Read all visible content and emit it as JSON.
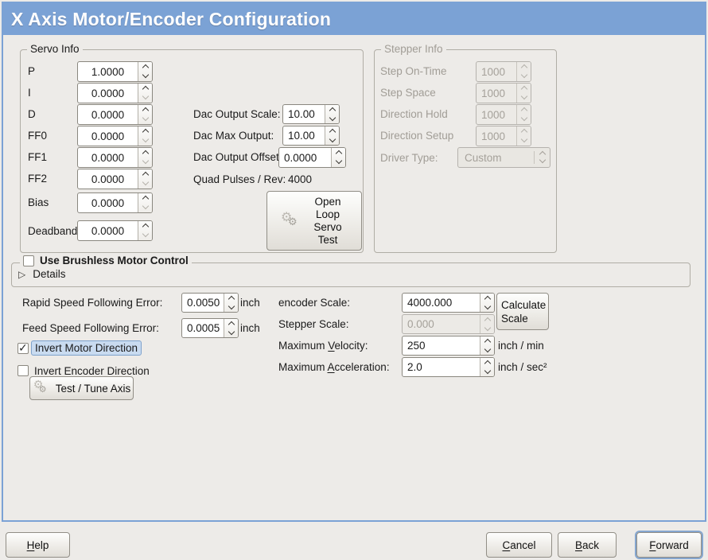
{
  "window": {
    "title": "X Axis Motor/Encoder Configuration"
  },
  "colors": {
    "titlebar": "#7ba2d5",
    "focus_highlight": "#c9dbf0",
    "panel": "#edebe8"
  },
  "icons": {
    "gears": "⚙",
    "expander": "▷",
    "check": "✓"
  },
  "servo": {
    "title": "Servo Info",
    "params": [
      {
        "label": "P",
        "value": "1.0000"
      },
      {
        "label": "I",
        "value": "0.0000"
      },
      {
        "label": "D",
        "value": "0.0000"
      },
      {
        "label": "FF0",
        "value": "0.0000"
      },
      {
        "label": "FF1",
        "value": "0.0000"
      },
      {
        "label": "FF2",
        "value": "0.0000"
      },
      {
        "label": "Bias",
        "value": "0.0000"
      },
      {
        "label": "Deadband",
        "value": "0.0000"
      }
    ],
    "dac": [
      {
        "label": "Dac Output Scale:",
        "value": "10.00"
      },
      {
        "label": "Dac Max Output:",
        "value": "10.00"
      },
      {
        "label": "Dac Output Offset:",
        "value": "0.0000"
      }
    ],
    "quad_label": "Quad Pulses / Rev:",
    "quad_value": "4000",
    "open_loop_button": "Open Loop Servo Test"
  },
  "stepper": {
    "title": "Stepper Info",
    "params": [
      {
        "label": "Step On-Time",
        "value": "1000"
      },
      {
        "label": "Step Space",
        "value": "1000"
      },
      {
        "label": "Direction Hold",
        "value": "1000"
      },
      {
        "label": "Direction Setup",
        "value": "1000"
      }
    ],
    "driver_label": "Driver Type:",
    "driver_value": "Custom"
  },
  "brushless": {
    "checkbox_label": "Use Brushless Motor Control",
    "checked": false,
    "details_label": "Details"
  },
  "following_errors": [
    {
      "label": "Rapid Speed Following Error:",
      "value": "0.0050",
      "unit": "inch"
    },
    {
      "label": "Feed Speed Following Error:",
      "value": "0.0005",
      "unit": "inch"
    }
  ],
  "scales": {
    "encoder_label": "encoder Scale:",
    "encoder_value": "4000.000",
    "calculate_button": "Calculate Scale",
    "stepper_label": "Stepper Scale:",
    "stepper_value": "0.000",
    "velocity_label": "Maximum _Velocity:",
    "velocity_value": "250",
    "velocity_unit": "inch / min",
    "accel_label": "Maximum _Acceleration:",
    "accel_value": "2.0",
    "accel_unit": "inch / sec²"
  },
  "direction": {
    "invert_motor_label": "Invert Motor Direction",
    "invert_motor_checked": true,
    "invert_encoder_label": "Invert Encoder Direction",
    "invert_encoder_checked": false,
    "test_tune_button": "Test / Tune Axis"
  },
  "footer": {
    "help": "_Help",
    "cancel": "_Cancel",
    "back": "_Back",
    "forward": "_Forward"
  }
}
